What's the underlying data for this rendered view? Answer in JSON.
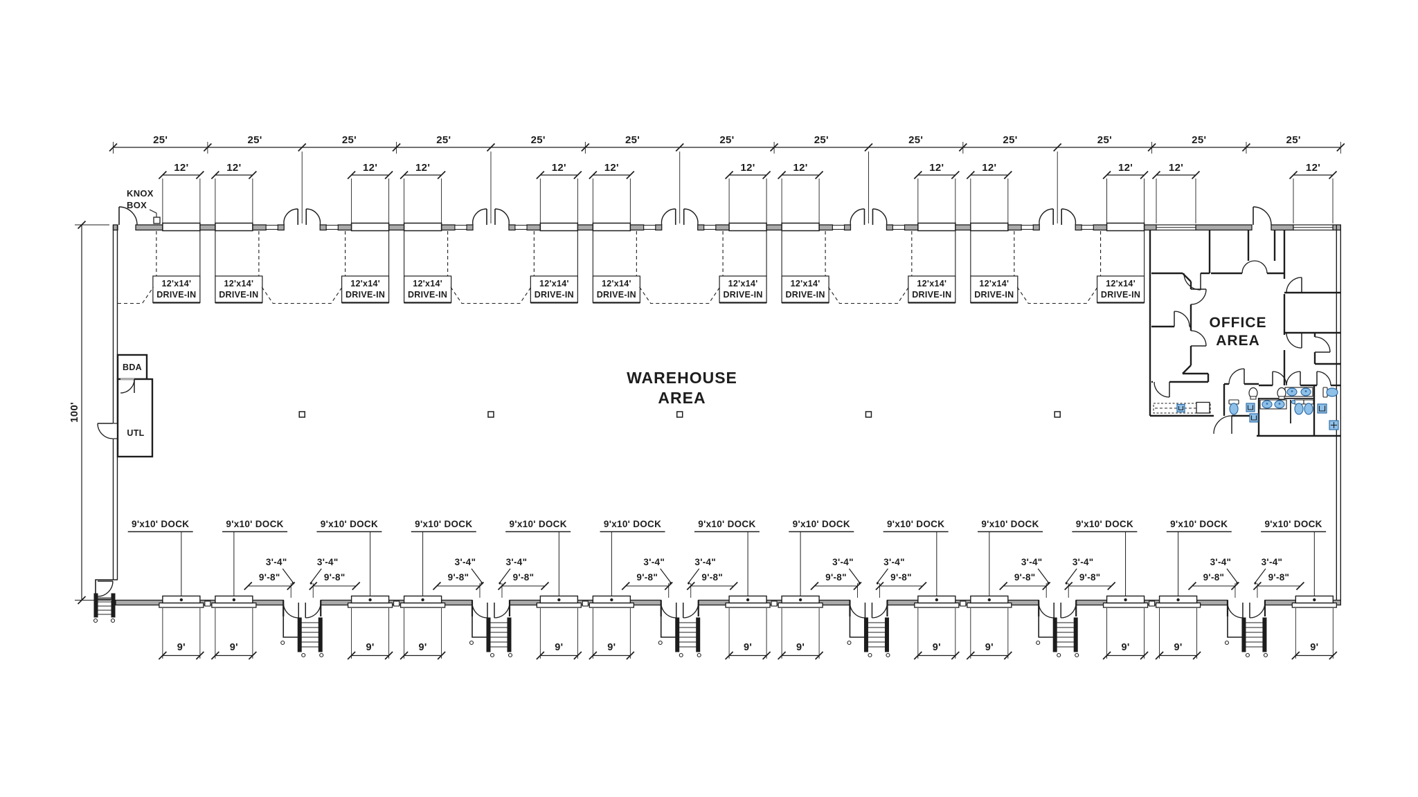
{
  "labels": {
    "warehouse_line1": "WAREHOUSE",
    "warehouse_line2": "AREA",
    "office_line1": "OFFICE",
    "office_line2": "AREA",
    "knox_line1": "KNOX",
    "knox_line2": "BOX",
    "bda": "BDA",
    "utl": "UTL"
  },
  "dimensions": {
    "bay_width": "25'",
    "bay_count": 13,
    "drive_in_width": "12'",
    "drive_in_size_line1": "12'x14'",
    "drive_in_size_line2": "DRIVE-IN",
    "drive_in_count": 11,
    "office_window_width": "12'",
    "office_window_count": 2,
    "building_depth": "100'",
    "dock_label": "9'x10' DOCK",
    "dock_count": 13,
    "dock_door_width": "9'",
    "entry_leaf_width": "3'-4\"",
    "entry_clear_width": "9'-8\"",
    "entry_count": 6
  },
  "colors": {
    "line": "#1d1d1d",
    "wall_fill": "#a9a9a9",
    "window_line": "#6b6b6b",
    "fixture_fill": "#8fc0e8",
    "fixture_stroke": "#2f6ea8",
    "background": "#ffffff"
  }
}
